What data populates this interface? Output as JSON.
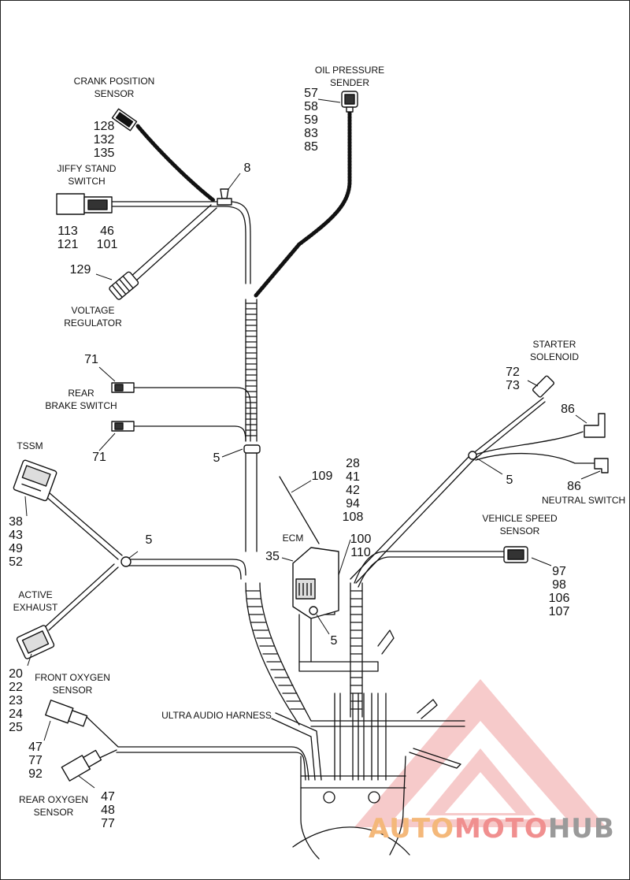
{
  "labels": {
    "crank_position_sensor": [
      "CRANK POSITION",
      "SENSOR"
    ],
    "oil_pressure_sender": [
      "OIL PRESSURE",
      "SENDER"
    ],
    "jiffy_stand_switch": [
      "JIFFY STAND",
      "SWITCH"
    ],
    "voltage_regulator": [
      "VOLTAGE",
      "REGULATOR"
    ],
    "rear_brake_switch": [
      "REAR",
      "BRAKE SWITCH"
    ],
    "tssm": "TSSM",
    "active_exhaust": [
      "ACTIVE",
      "EXHAUST"
    ],
    "front_oxygen_sensor": [
      "FRONT OXYGEN",
      "SENSOR"
    ],
    "rear_oxygen_sensor": [
      "REAR OXYGEN",
      "SENSOR"
    ],
    "ultra_audio_harness": "ULTRA AUDIO HARNESS",
    "ecm": "ECM",
    "starter_solenoid": [
      "STARTER",
      "SOLENOID"
    ],
    "neutral_switch": "NEUTRAL SWITCH",
    "vehicle_speed_sensor": [
      "VEHICLE SPEED",
      "SENSOR"
    ]
  },
  "callouts": {
    "crank": [
      "128",
      "132",
      "135"
    ],
    "oil": [
      "57",
      "58",
      "59",
      "83",
      "85"
    ],
    "clip_top": "8",
    "jiffy_left": [
      "113",
      "121"
    ],
    "jiffy_right": [
      "46",
      "101"
    ],
    "voltage": "129",
    "rear_brake": "71",
    "lower_71": "71",
    "clip_mid": "5",
    "tssm": [
      "38",
      "43",
      "49",
      "52"
    ],
    "clip_left": "5",
    "active_exhaust": [
      "20",
      "22",
      "23",
      "24",
      "25"
    ],
    "front_o2": [
      "47",
      "77",
      "92"
    ],
    "rear_o2": [
      "47",
      "48",
      "77"
    ],
    "ecm_strap": "109",
    "ecm_list": [
      "28",
      "41",
      "42",
      "94",
      "108"
    ],
    "ecm_side": [
      "100",
      "110"
    ],
    "ecm": "35",
    "clip_ecm": "5",
    "starter": [
      "72",
      "73"
    ],
    "neutral_top": "86",
    "neutral_bottom": "86",
    "clip_right": "5",
    "vss": [
      "97",
      "98",
      "106",
      "107"
    ]
  },
  "watermark": {
    "part1": "AUTO",
    "part2": "MOTO",
    "part3": "HUB",
    "colors": [
      "#f4b87a",
      "#f08f8f",
      "#9a9a9a"
    ]
  }
}
